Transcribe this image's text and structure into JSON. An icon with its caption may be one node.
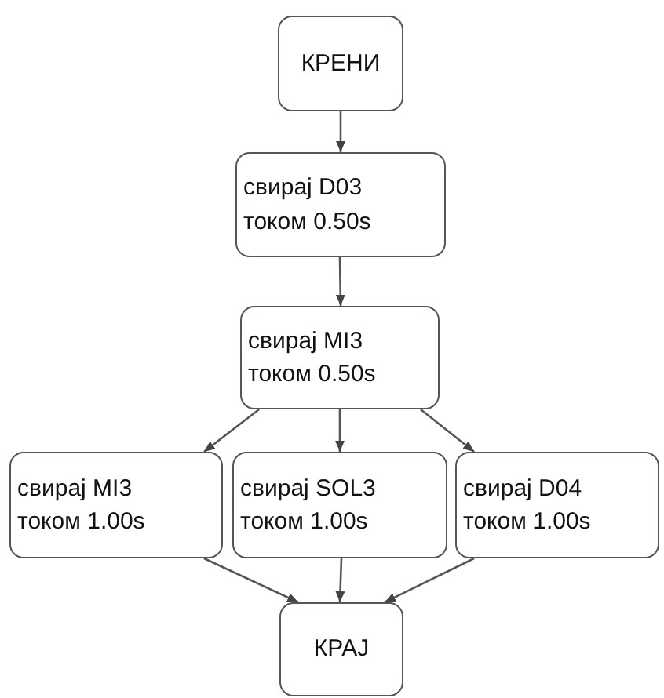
{
  "diagram": {
    "nodes": [
      {
        "text": [
          "КРЕНИ"
        ]
      },
      {
        "text": [
          "свирај D03",
          "током 0.50s"
        ]
      },
      {
        "text": [
          "свирај MI3",
          "током 0.50s"
        ]
      },
      {
        "text": [
          "свирај MI3",
          "током 1.00s"
        ]
      },
      {
        "text": [
          "свирај SOL3",
          "током 1.00s"
        ]
      },
      {
        "text": [
          "свирај D04",
          "током 1.00s"
        ]
      },
      {
        "text": [
          "КРАЈ"
        ]
      }
    ],
    "edges": [
      {
        "from": 0,
        "to": 1,
        "arrow": "to"
      },
      {
        "from": 1,
        "to": 2,
        "arrow": "to"
      },
      {
        "from": 2,
        "to": 3,
        "arrow": "to"
      },
      {
        "from": 2,
        "to": 4,
        "arrow": "to"
      },
      {
        "from": 2,
        "to": 5,
        "arrow": "to"
      },
      {
        "from": 3,
        "to": 6,
        "arrow": "to"
      },
      {
        "from": 4,
        "to": 6,
        "arrow": "to"
      },
      {
        "from": 5,
        "to": 6,
        "arrow": "to"
      }
    ]
  }
}
